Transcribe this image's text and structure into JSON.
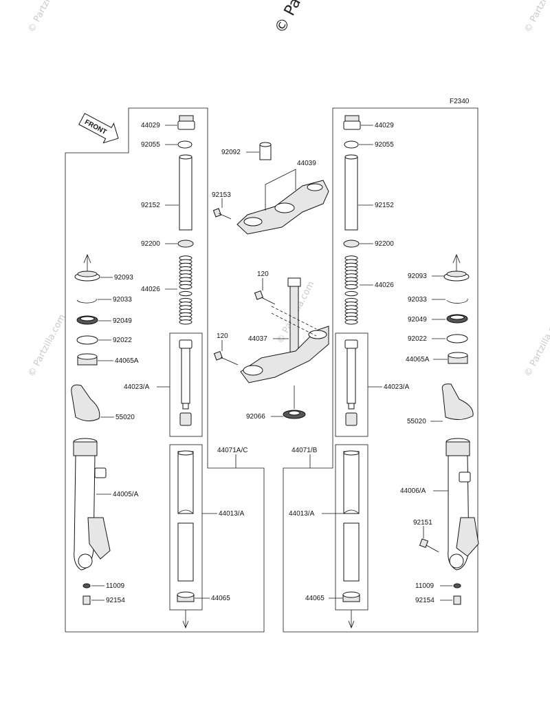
{
  "watermark": {
    "top_text": "© Par",
    "side_text": "© Partzilla.com"
  },
  "figure_code": "F2340",
  "front_label": "FRONT",
  "labels": {
    "l_44029": "44029",
    "l_92055": "92055",
    "l_92152": "92152",
    "l_92200": "92200",
    "l_44026": "44026",
    "l_92093": "92093",
    "l_92033": "92033",
    "l_92049": "92049",
    "l_92022": "92022",
    "l_44065A": "44065A",
    "l_44023A": "44023/A",
    "l_55020": "55020",
    "l_44005A": "44005/A",
    "l_44013A": "44013/A",
    "l_44071AC": "44071A/C",
    "l_11009": "11009",
    "l_92154": "92154",
    "l_44065": "44065",
    "c_92092": "92092",
    "c_44039": "44039",
    "c_92153": "92153",
    "c_120a": "120",
    "c_120b": "120",
    "c_44037": "44037",
    "c_92066": "92066",
    "r_44029": "44029",
    "r_92055": "92055",
    "r_92152": "92152",
    "r_92200": "92200",
    "r_44026": "44026",
    "r_92093": "92093",
    "r_92033": "92033",
    "r_92049": "92049",
    "r_92022": "92022",
    "r_44065A": "44065A",
    "r_44023A": "44023/A",
    "r_55020": "55020",
    "r_44071B": "44071/B",
    "r_44006A": "44006/A",
    "r_44013A": "44013/A",
    "r_92151": "92151",
    "r_11009": "11009",
    "r_92154": "92154",
    "r_44065": "44065"
  }
}
